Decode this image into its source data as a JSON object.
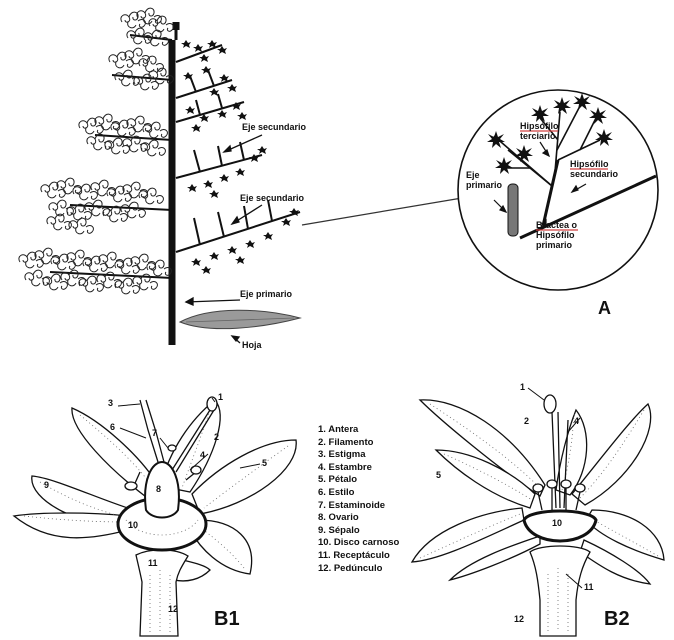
{
  "panel_a": {
    "label": "A",
    "eje_secundario_1": "Eje secundario",
    "eje_secundario_2": "Eje secundario",
    "eje_primario": "Eje primario",
    "hoja": "Hoja"
  },
  "zoom": {
    "hipsofilo_terciario": [
      "Hipsófilo",
      "terciario"
    ],
    "hipsofilo_secundario": [
      "Hipsófilo",
      "secundario"
    ],
    "eje_primario": [
      "Eje",
      "primario"
    ],
    "bractea": [
      "Bractea o",
      "Hipsófilo",
      "primario"
    ]
  },
  "flower_b1": {
    "label": "B1",
    "numbers": [
      "1",
      "2",
      "3",
      "4",
      "5",
      "6",
      "7",
      "8",
      "9",
      "10",
      "11",
      "12"
    ]
  },
  "flower_b2": {
    "label": "B2",
    "numbers": [
      "1",
      "2",
      "4",
      "5",
      "10",
      "11",
      "12"
    ]
  },
  "legend": [
    "1.  Antera",
    "2.  Filamento",
    "3.  Estigma",
    "4.  Estambre",
    "5.  Pétalo",
    "6.  Estilo",
    "7.  Estaminoide",
    "8.  Ovario",
    "9.  Sépalo",
    "10. Disco carnoso",
    "11. Receptáculo",
    "12. Pedúnculo"
  ],
  "colors": {
    "ink": "#111111",
    "leaf": "#9a9a9a",
    "underline": "#d04040"
  }
}
